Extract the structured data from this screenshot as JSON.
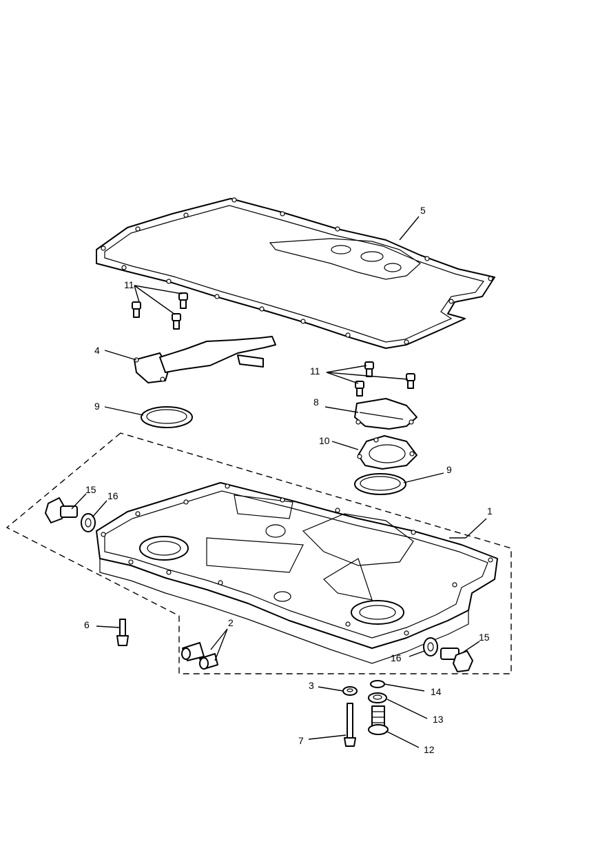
{
  "callouts": [
    {
      "id": "c1",
      "label": "1"
    },
    {
      "id": "c2",
      "label": "2"
    },
    {
      "id": "c3",
      "label": "3"
    },
    {
      "id": "c4",
      "label": "4"
    },
    {
      "id": "c5",
      "label": "5"
    },
    {
      "id": "c6",
      "label": "6"
    },
    {
      "id": "c7",
      "label": "7"
    },
    {
      "id": "c8",
      "label": "8"
    },
    {
      "id": "c9a",
      "label": "9"
    },
    {
      "id": "c9b",
      "label": "9"
    },
    {
      "id": "c10",
      "label": "10"
    },
    {
      "id": "c11a",
      "label": "11"
    },
    {
      "id": "c11b",
      "label": "11"
    },
    {
      "id": "c12",
      "label": "12"
    },
    {
      "id": "c13",
      "label": "13"
    },
    {
      "id": "c14",
      "label": "14"
    },
    {
      "id": "c15a",
      "label": "15"
    },
    {
      "id": "c15b",
      "label": "15"
    },
    {
      "id": "c16a",
      "label": "16"
    },
    {
      "id": "c16b",
      "label": "16"
    }
  ]
}
